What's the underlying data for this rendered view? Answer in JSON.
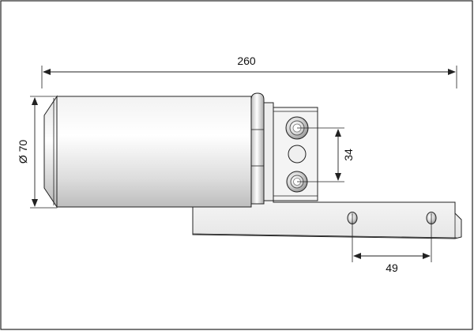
{
  "drawing": {
    "dimension_overall_length": "260",
    "dimension_diameter": "Ø 70",
    "dimension_bolt_spacing": "34",
    "dimension_hole_spacing": "49"
  }
}
